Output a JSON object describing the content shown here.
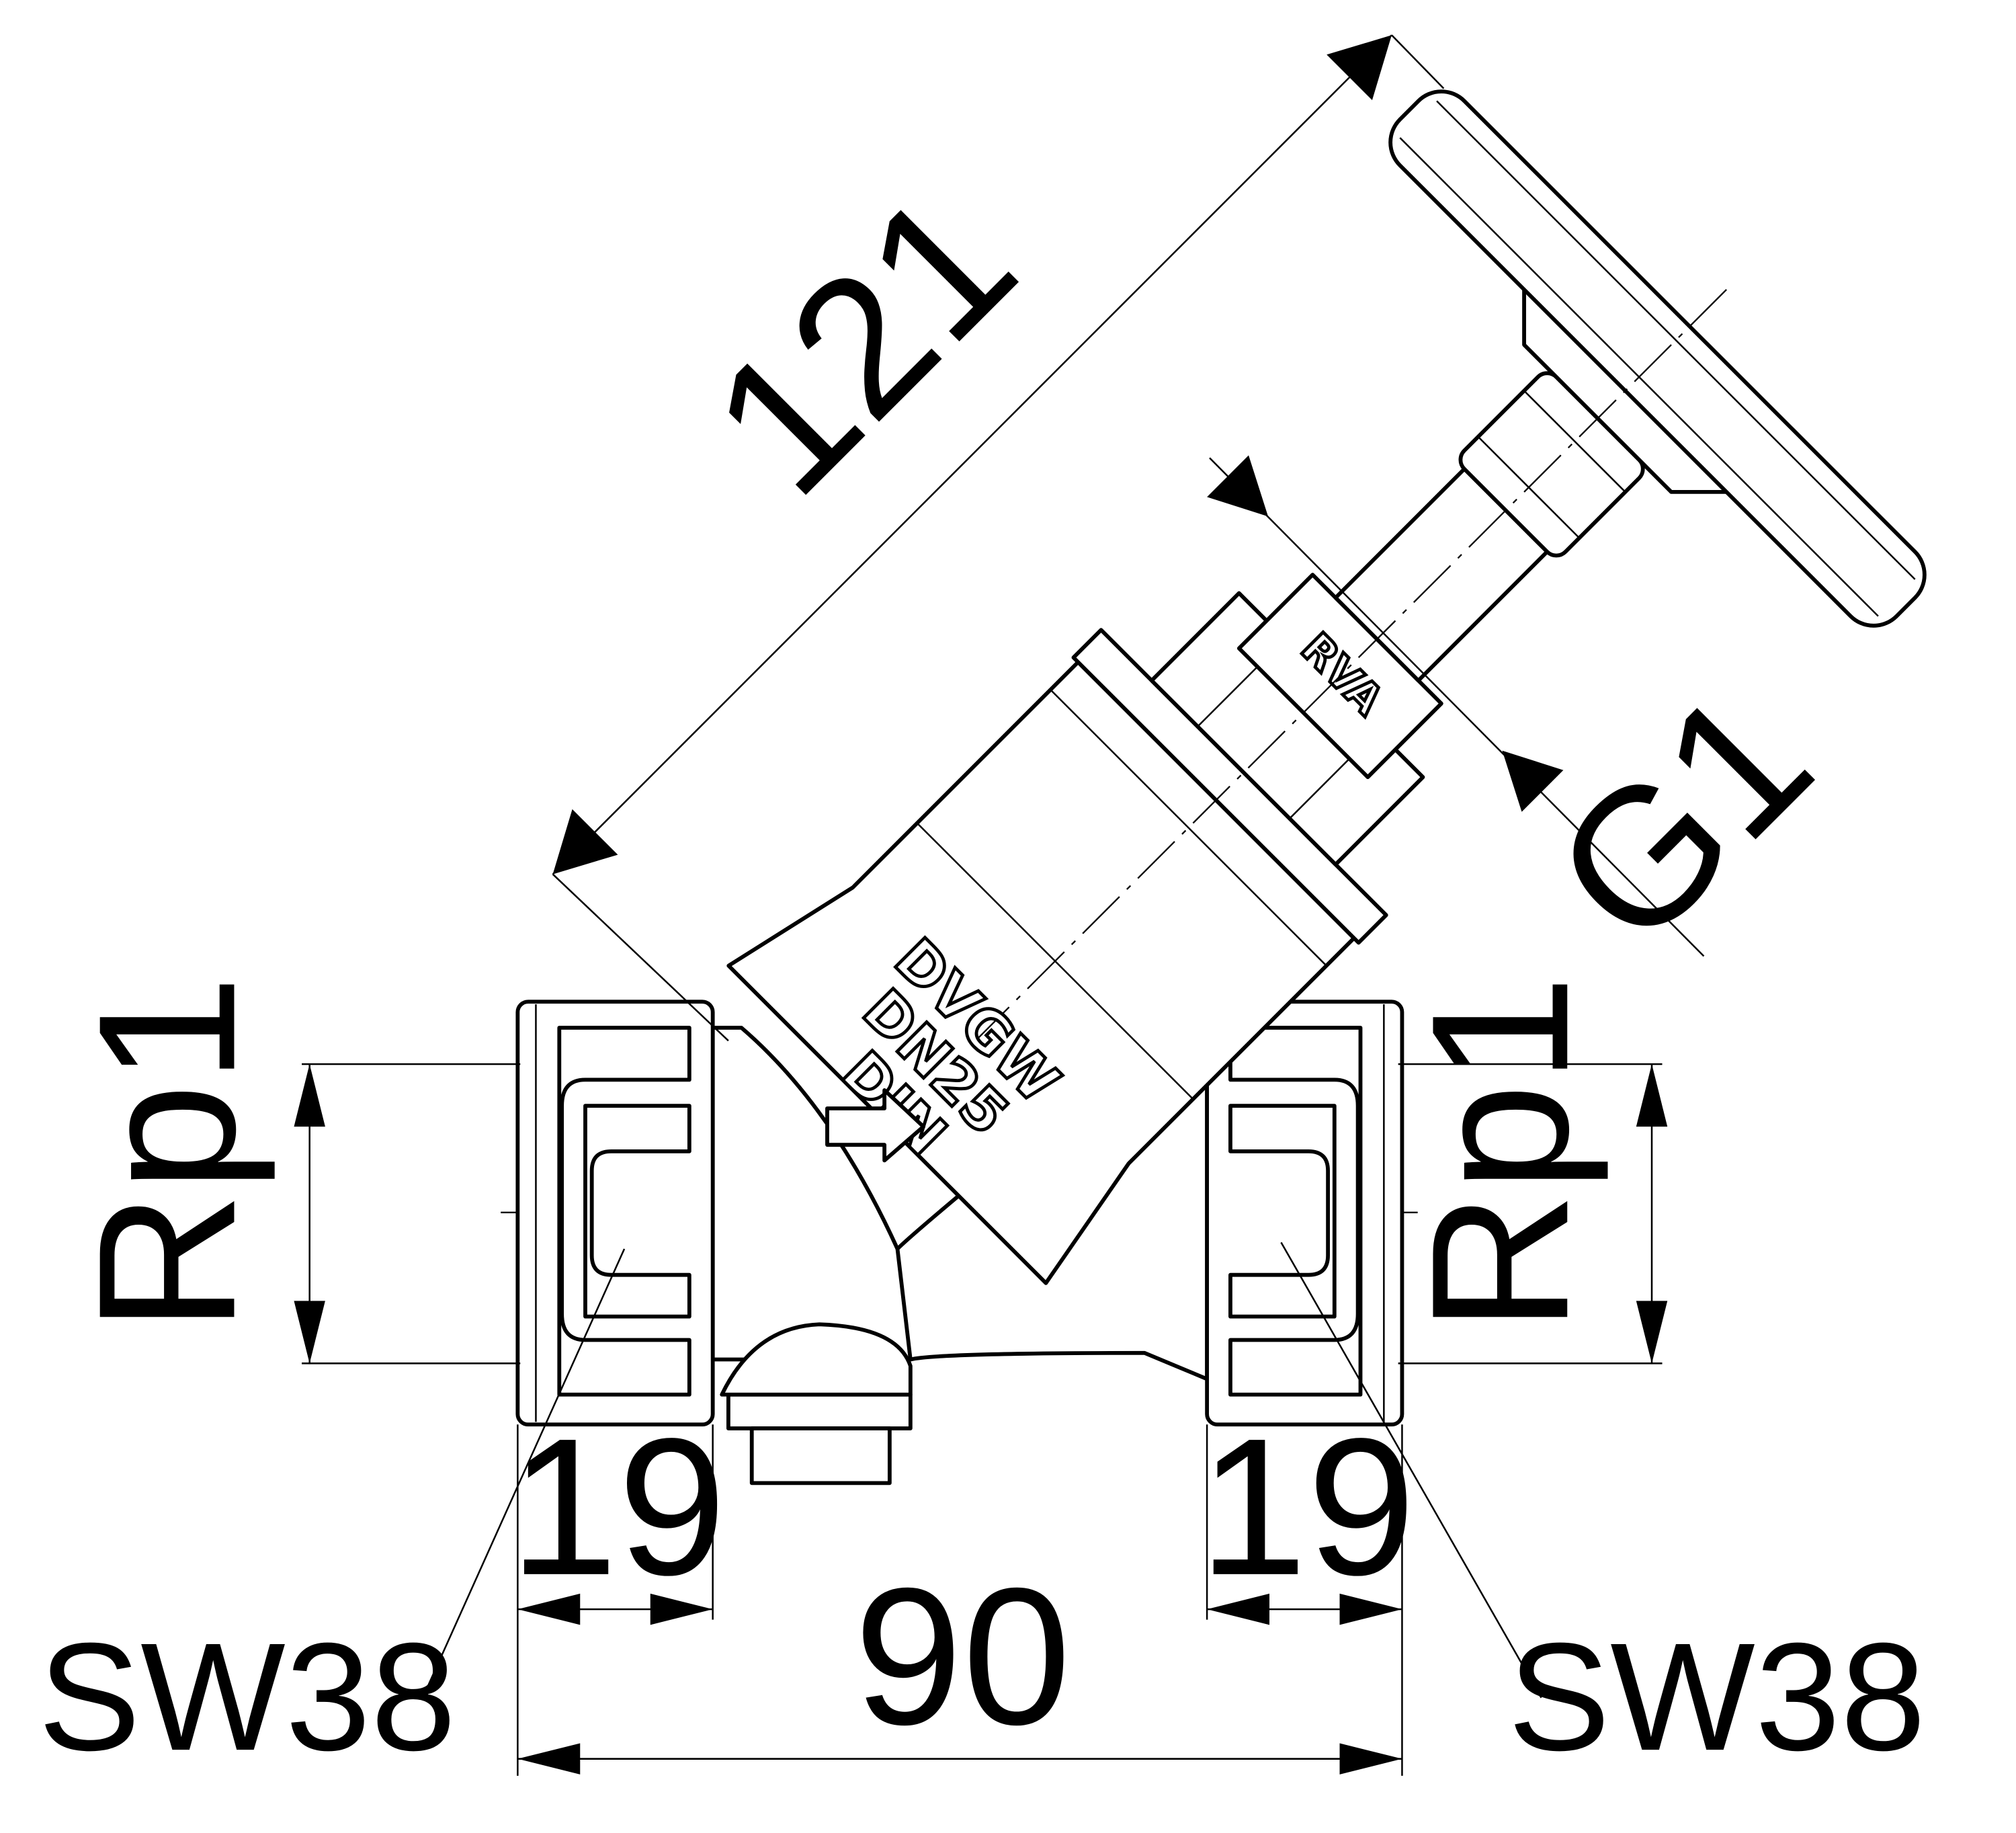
{
  "drawing": {
    "dimensions": {
      "overall_height": "121",
      "connection_thread": "G1",
      "left_port": "Rp1",
      "right_port": "Rp1",
      "left_thread_length": "19",
      "right_thread_length": "19",
      "overall_length": "90"
    },
    "labels": {
      "left_wrench": "SW38",
      "right_wrench": "SW38"
    },
    "markings": {
      "nut": "RVA",
      "body_line1": "DVGW",
      "body_line2": "DN25",
      "body_line3": "DIN"
    }
  }
}
